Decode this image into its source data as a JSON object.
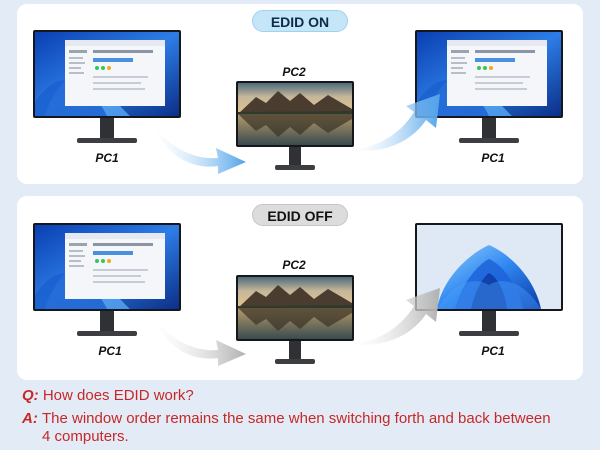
{
  "top": {
    "badge": "EDID ON",
    "left_label": "PC1",
    "center_label": "PC2",
    "right_label": "PC1"
  },
  "bottom": {
    "badge": "EDID OFF",
    "left_label": "PC1",
    "center_label": "PC2",
    "right_label": "PC1"
  },
  "qa": {
    "q_prefix": "Q:",
    "q_text": "How does EDID work?",
    "a_prefix": "A:",
    "a_text": "The window order remains the same when switching forth and back between 4 computers."
  },
  "colors": {
    "on_arrow": "#5aa9ec",
    "off_arrow": "#b9b9b9",
    "text_accent": "#c62828",
    "badge_on": "#c4e6f8",
    "badge_off": "#dcdcdc"
  }
}
